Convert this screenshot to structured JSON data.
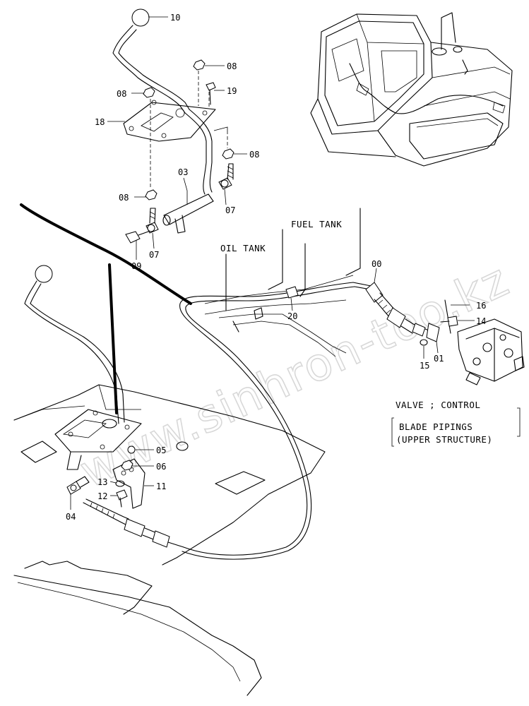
{
  "diagram": {
    "type": "exploded parts diagram",
    "watermark": "www.sinhron-too.kz",
    "labels": {
      "oil_tank": "OIL TANK",
      "fuel_tank": "FUEL TANK",
      "valve_control": "VALVE ; CONTROL",
      "blade_pipings": "BLADE PIPINGS",
      "upper_structure": "(UPPER STRUCTURE)"
    },
    "part_numbers": [
      "10",
      "08",
      "08",
      "19",
      "18",
      "08",
      "03",
      "08",
      "07",
      "09",
      "07",
      "00",
      "20",
      "16",
      "14",
      "01",
      "15",
      "05",
      "06",
      "13",
      "11",
      "12",
      "04"
    ]
  }
}
